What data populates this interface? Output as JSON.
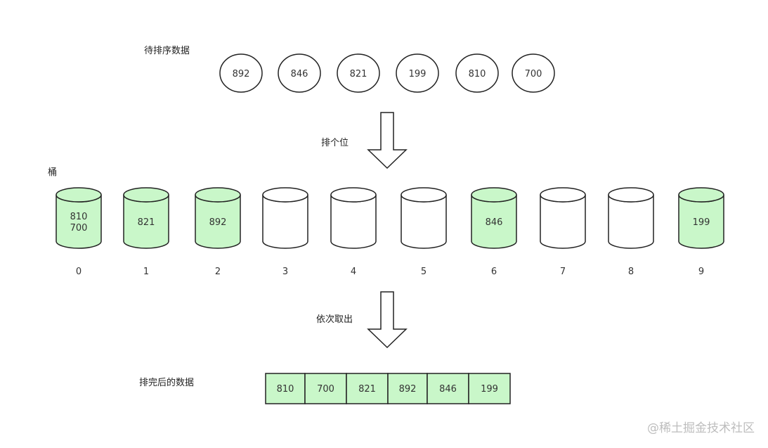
{
  "labels": {
    "input_title": "待排序数据",
    "step1": "排个位",
    "bucket_title": "桶",
    "step2": "依次取出",
    "output_title": "排完后的数据"
  },
  "input_numbers": [
    "892",
    "846",
    "821",
    "199",
    "810",
    "700"
  ],
  "buckets": [
    {
      "index": "0",
      "values": [
        "810",
        "700"
      ],
      "filled": true
    },
    {
      "index": "1",
      "values": [
        "821"
      ],
      "filled": true
    },
    {
      "index": "2",
      "values": [
        "892"
      ],
      "filled": true
    },
    {
      "index": "3",
      "values": [],
      "filled": false
    },
    {
      "index": "4",
      "values": [],
      "filled": false
    },
    {
      "index": "5",
      "values": [],
      "filled": false
    },
    {
      "index": "6",
      "values": [
        "846"
      ],
      "filled": true
    },
    {
      "index": "7",
      "values": [],
      "filled": false
    },
    {
      "index": "8",
      "values": [],
      "filled": false
    },
    {
      "index": "9",
      "values": [
        "199"
      ],
      "filled": true
    }
  ],
  "output_numbers": [
    "810",
    "700",
    "821",
    "892",
    "846",
    "199"
  ],
  "watermark": "@稀土掘金技术社区",
  "colors": {
    "filled": "#c9f7c9",
    "empty": "#ffffff",
    "stroke": "#222222"
  }
}
